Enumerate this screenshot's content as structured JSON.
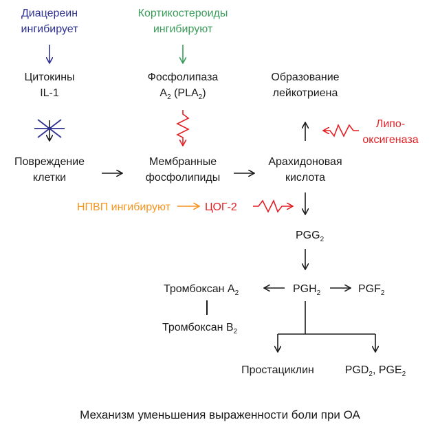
{
  "colors": {
    "black": "#1a1a1a",
    "blue": "#2e3192",
    "green": "#3a9c5a",
    "red": "#e31e24",
    "orange": "#f7941d"
  },
  "nodes": {
    "diacerein_1": "Диацереин",
    "diacerein_2": "ингибирует",
    "corticosteroids_1": "Кортикостероиды",
    "corticosteroids_2": "ингибируют",
    "cytokines_1": "Цитокины",
    "cytokines_2": "IL-1",
    "phospholipase_1": "Фосфолипаза",
    "phospholipase_2a": "A",
    "phospholipase_2a_sub": "2",
    "phospholipase_2b": " (PLA",
    "phospholipase_2b_sub": "2",
    "phospholipase_2c": ")",
    "leukotriene_1": "Образование",
    "leukotriene_2": "лейкотриена",
    "lipoxygenase_1": "Липо-",
    "lipoxygenase_2": "оксигеназа",
    "cell_damage_1": "Повреждение",
    "cell_damage_2": "клетки",
    "membrane_1": "Мембранные",
    "membrane_2": "фосфолипиды",
    "arachidonic_1": "Арахидоновая",
    "arachidonic_2": "кислота",
    "nsaid": "НПВП ингибируют",
    "cox2": "ЦОГ-2",
    "pgg": "PGG",
    "pgg_sub": "2",
    "pgh": "PGH",
    "pgh_sub": "2",
    "pgf": "PGF",
    "pgf_sub": "2",
    "thromboxane_a": "Тромбоксан A",
    "thromboxane_a_sub": "2",
    "thromboxane_b": "Тромбоксан B",
    "thromboxane_b_sub": "2",
    "prostacyclin": "Простациклин",
    "pgd": "PGD",
    "pgd_sub": "2",
    "pge_sep": ", PGE",
    "pge_sub": "2"
  },
  "caption": "Механизм уменьшения выраженности боли при ОА"
}
